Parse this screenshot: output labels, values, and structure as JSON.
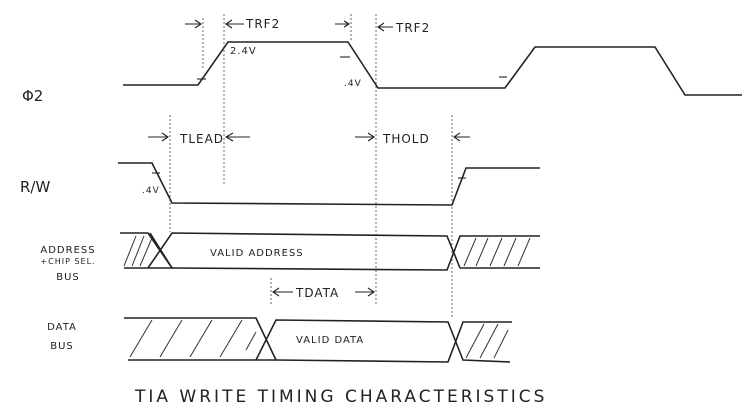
{
  "signals": {
    "phi2": "Φ2",
    "rw": "R/W",
    "address": [
      "ADDRESS",
      "+CHIP SEL.",
      "BUS"
    ],
    "data": [
      "DATA",
      "BUS"
    ]
  },
  "timings": {
    "trf2_rise": "TRF2",
    "trf2_fall": "TRF2",
    "tlead": "TLEAD",
    "thold": "THOLD",
    "tdata": "TDATA"
  },
  "voltages": {
    "phi2_high": "2.4V",
    "phi2_low": ".4V",
    "rw_low": ".4V"
  },
  "bus_labels": {
    "valid_address": "VALID ADDRESS",
    "valid_data": "VALID DATA"
  },
  "title": "TIA WRITE TIMING CHARACTERISTICS"
}
